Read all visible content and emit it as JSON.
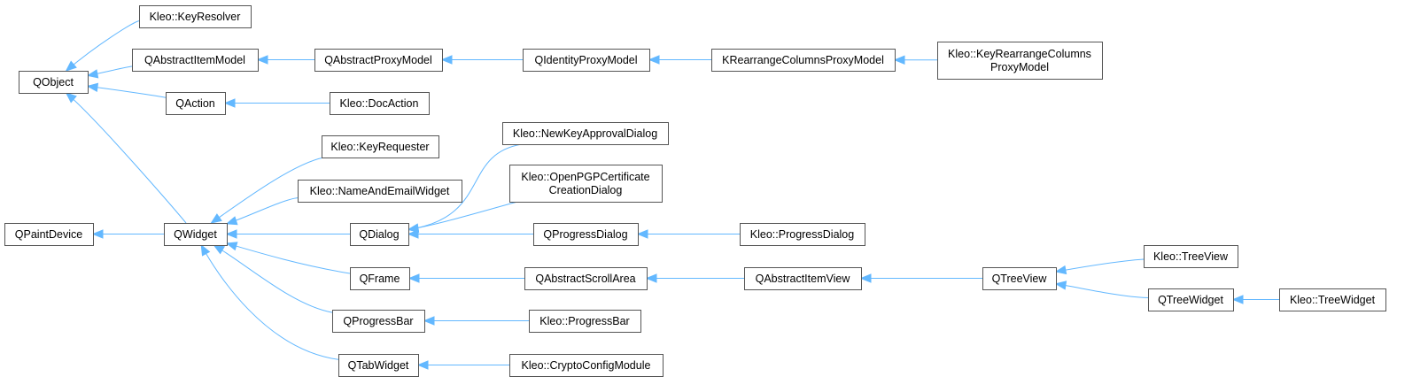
{
  "diagram": {
    "type": "class-inheritance-graph",
    "colors": {
      "edge": "#63b8ff",
      "node_border": "#555555",
      "node_fill": "#ffffff",
      "text": "#000000"
    },
    "nodes": [
      {
        "id": "kleo-keyresolver",
        "lines": [
          "Kleo::KeyResolver"
        ]
      },
      {
        "id": "qobject",
        "lines": [
          "QObject"
        ]
      },
      {
        "id": "qabstractitemmodel",
        "lines": [
          "QAbstractItemModel"
        ]
      },
      {
        "id": "qabstractproxymodel",
        "lines": [
          "QAbstractProxyModel"
        ]
      },
      {
        "id": "qidentityproxymodel",
        "lines": [
          "QIdentityProxyModel"
        ]
      },
      {
        "id": "krearrangecolumnsproxymodel",
        "lines": [
          "KRearrangeColumnsProxyModel"
        ]
      },
      {
        "id": "kleo-keyrearrangecolumnsproxymodel",
        "lines": [
          "Kleo::KeyRearrangeColumns",
          "ProxyModel"
        ]
      },
      {
        "id": "qaction",
        "lines": [
          "QAction"
        ]
      },
      {
        "id": "kleo-docaction",
        "lines": [
          "Kleo::DocAction"
        ]
      },
      {
        "id": "kleo-newkeyapprovaldialog",
        "lines": [
          "Kleo::NewKeyApprovalDialog"
        ]
      },
      {
        "id": "kleo-keyrequester",
        "lines": [
          "Kleo::KeyRequester"
        ]
      },
      {
        "id": "kleo-openpgpcertificatecreationdialog",
        "lines": [
          "Kleo::OpenPGPCertificate",
          "CreationDialog"
        ]
      },
      {
        "id": "kleo-nameandemailwidget",
        "lines": [
          "Kleo::NameAndEmailWidget"
        ]
      },
      {
        "id": "qpaintdevice",
        "lines": [
          "QPaintDevice"
        ]
      },
      {
        "id": "qwidget",
        "lines": [
          "QWidget"
        ]
      },
      {
        "id": "qdialog",
        "lines": [
          "QDialog"
        ]
      },
      {
        "id": "qprogressdialog",
        "lines": [
          "QProgressDialog"
        ]
      },
      {
        "id": "kleo-progressdialog",
        "lines": [
          "Kleo::ProgressDialog"
        ]
      },
      {
        "id": "kleo-treeview",
        "lines": [
          "Kleo::TreeView"
        ]
      },
      {
        "id": "qframe",
        "lines": [
          "QFrame"
        ]
      },
      {
        "id": "qabstractscrollarea",
        "lines": [
          "QAbstractScrollArea"
        ]
      },
      {
        "id": "qabstractitemview",
        "lines": [
          "QAbstractItemView"
        ]
      },
      {
        "id": "qtreeview",
        "lines": [
          "QTreeView"
        ]
      },
      {
        "id": "qtreewidget",
        "lines": [
          "QTreeWidget"
        ]
      },
      {
        "id": "kleo-treewidget",
        "lines": [
          "Kleo::TreeWidget"
        ]
      },
      {
        "id": "qprogressbar",
        "lines": [
          "QProgressBar"
        ]
      },
      {
        "id": "kleo-progressbar",
        "lines": [
          "Kleo::ProgressBar"
        ]
      },
      {
        "id": "qtabwidget",
        "lines": [
          "QTabWidget"
        ]
      },
      {
        "id": "kleo-cryptoconfigmodule",
        "lines": [
          "Kleo::CryptoConfigModule"
        ]
      }
    ],
    "edges": [
      {
        "from": "kleo-keyresolver",
        "to": "qobject"
      },
      {
        "from": "qabstractitemmodel",
        "to": "qobject"
      },
      {
        "from": "qaction",
        "to": "qobject"
      },
      {
        "from": "qwidget",
        "to": "qobject"
      },
      {
        "from": "qabstractproxymodel",
        "to": "qabstractitemmodel"
      },
      {
        "from": "qidentityproxymodel",
        "to": "qabstractproxymodel"
      },
      {
        "from": "krearrangecolumnsproxymodel",
        "to": "qidentityproxymodel"
      },
      {
        "from": "kleo-keyrearrangecolumnsproxymodel",
        "to": "krearrangecolumnsproxymodel"
      },
      {
        "from": "kleo-docaction",
        "to": "qaction"
      },
      {
        "from": "qwidget",
        "to": "qpaintdevice"
      },
      {
        "from": "kleo-keyrequester",
        "to": "qwidget"
      },
      {
        "from": "kleo-nameandemailwidget",
        "to": "qwidget"
      },
      {
        "from": "qdialog",
        "to": "qwidget"
      },
      {
        "from": "qframe",
        "to": "qwidget"
      },
      {
        "from": "qprogressbar",
        "to": "qwidget"
      },
      {
        "from": "qtabwidget",
        "to": "qwidget"
      },
      {
        "from": "kleo-newkeyapprovaldialog",
        "to": "qdialog"
      },
      {
        "from": "kleo-openpgpcertificatecreationdialog",
        "to": "qdialog"
      },
      {
        "from": "qprogressdialog",
        "to": "qdialog"
      },
      {
        "from": "kleo-progressdialog",
        "to": "qprogressdialog"
      },
      {
        "from": "qabstractscrollarea",
        "to": "qframe"
      },
      {
        "from": "qabstractitemview",
        "to": "qabstractscrollarea"
      },
      {
        "from": "qtreeview",
        "to": "qabstractitemview"
      },
      {
        "from": "kleo-treeview",
        "to": "qtreeview"
      },
      {
        "from": "qtreewidget",
        "to": "qtreeview"
      },
      {
        "from": "kleo-treewidget",
        "to": "qtreewidget"
      },
      {
        "from": "kleo-progressbar",
        "to": "qprogressbar"
      },
      {
        "from": "kleo-cryptoconfigmodule",
        "to": "qtabwidget"
      }
    ]
  }
}
